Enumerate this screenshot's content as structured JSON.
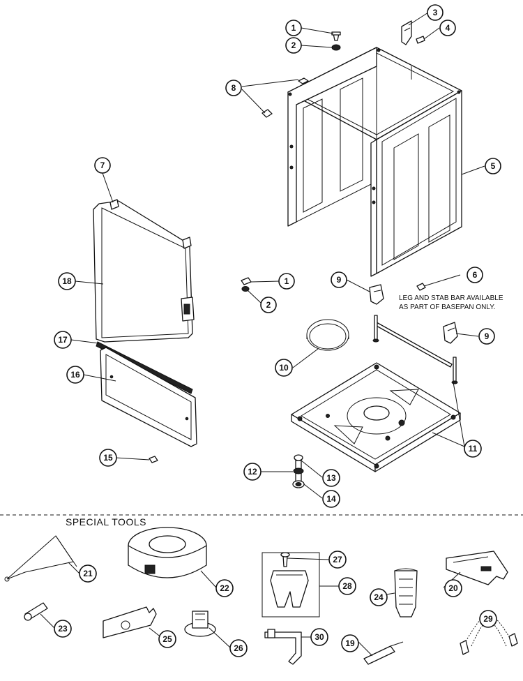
{
  "note": {
    "line1": "LEG AND STAB BAR AVAILABLE",
    "line2": "AS PART OF BASEPAN ONLY."
  },
  "special_tools_label": "SPECIAL TOOLS",
  "callouts": {
    "c1_top": "1",
    "c2_top": "2",
    "c3": "3",
    "c4": "4",
    "c5": "5",
    "c6": "6",
    "c7": "7",
    "c8": "8",
    "c9_left": "9",
    "c9_right": "9",
    "c10": "10",
    "c11": "11",
    "c12": "12",
    "c13": "13",
    "c14": "14",
    "c15": "15",
    "c16": "16",
    "c17": "17",
    "c18": "18",
    "c1_mid": "1",
    "c2_mid": "2",
    "c19": "19",
    "c20": "20",
    "c21": "21",
    "c22": "22",
    "c23": "23",
    "c24": "24",
    "c25": "25",
    "c26": "26",
    "c27": "27",
    "c28": "28",
    "c29": "29",
    "c30": "30"
  }
}
